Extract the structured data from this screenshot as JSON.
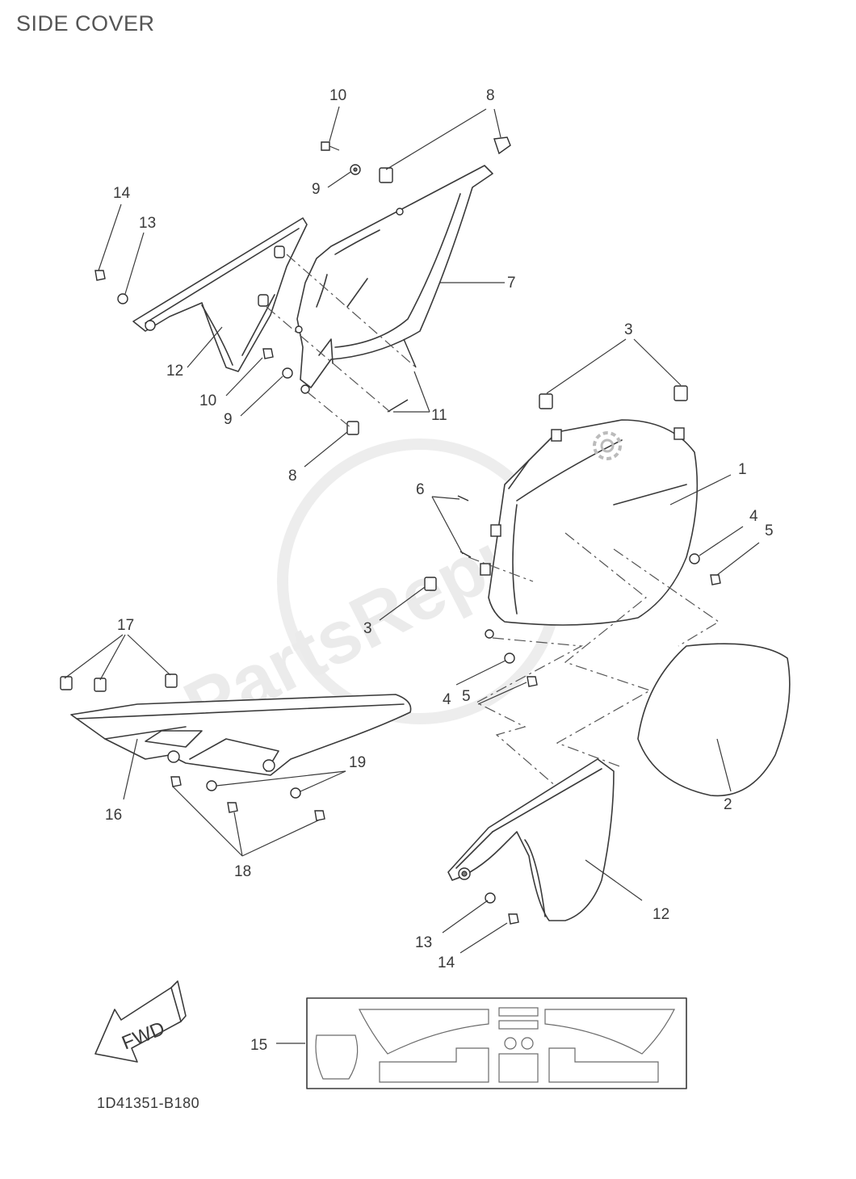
{
  "title": "SIDE COVER",
  "diagram_code": "1D41351-B180",
  "watermark": "PartsRepublik",
  "fwd_label": "FWD",
  "callouts": {
    "c1": "1",
    "c2": "2",
    "c3a": "3",
    "c3b": "3",
    "c4a": "4",
    "c4b": "4",
    "c5a": "5",
    "c5b": "5",
    "c6": "6",
    "c7": "7",
    "c8a": "8",
    "c8b": "8",
    "c9a": "9",
    "c9b": "9",
    "c10a": "10",
    "c10b": "10",
    "c11": "11",
    "c12a": "12",
    "c12b": "12",
    "c13a": "13",
    "c13b": "13",
    "c14a": "14",
    "c14b": "14",
    "c15": "15",
    "c16": "16",
    "c17": "17",
    "c18": "18",
    "c19": "19"
  }
}
